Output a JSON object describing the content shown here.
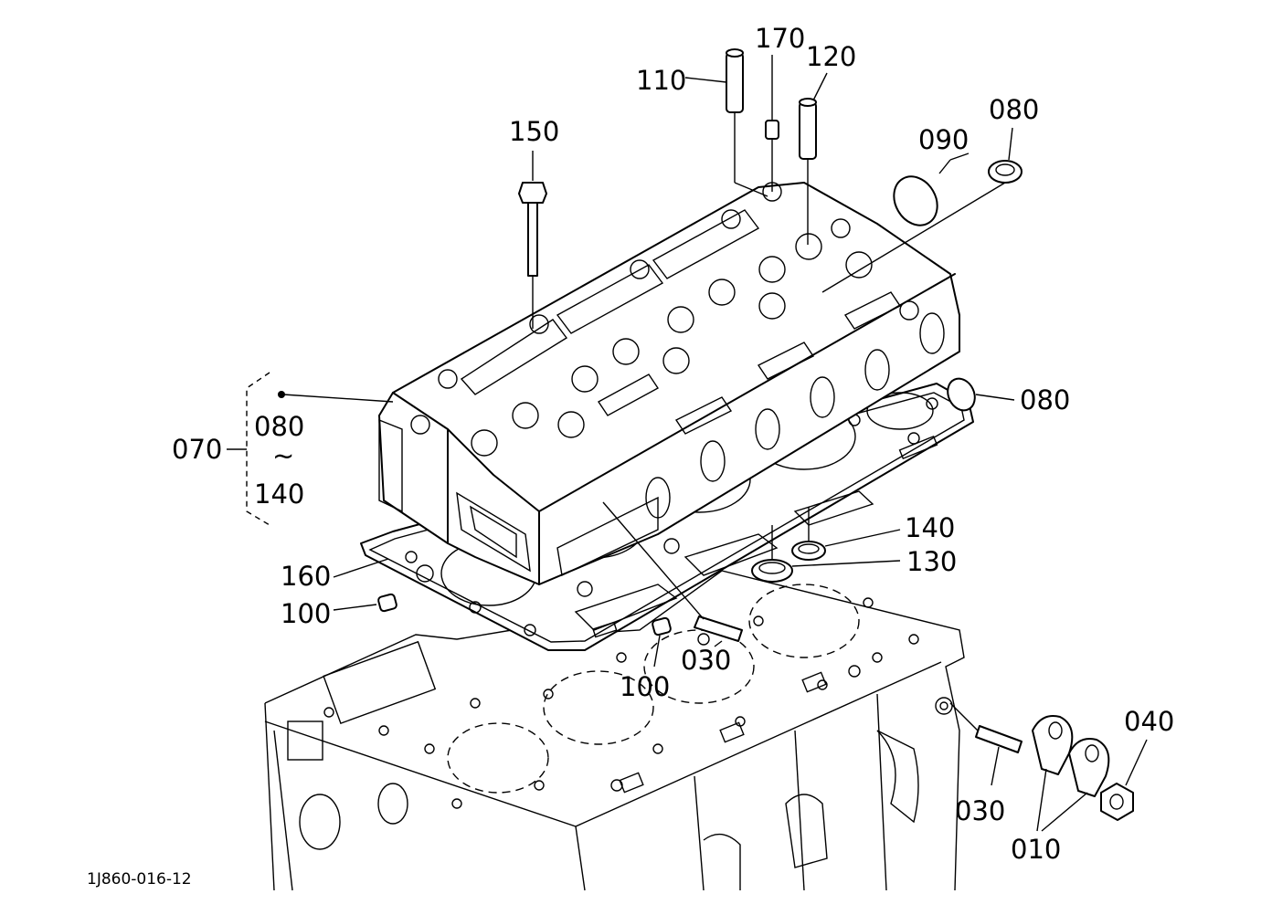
{
  "figure_id": "1J860-016-12",
  "labels": {
    "p170": "170",
    "p120": "120",
    "p110": "110",
    "p150": "150",
    "p090": "090",
    "p080_top": "080",
    "p080_right": "080",
    "p070": "070",
    "p070_range_from": "080",
    "p070_range_sep": "~",
    "p070_range_to": "140",
    "p140": "140",
    "p130": "130",
    "p160": "160",
    "p100_left": "100",
    "p030_mid": "030",
    "p100_mid": "100",
    "p040": "040",
    "p030_right": "030",
    "p010": "010"
  }
}
